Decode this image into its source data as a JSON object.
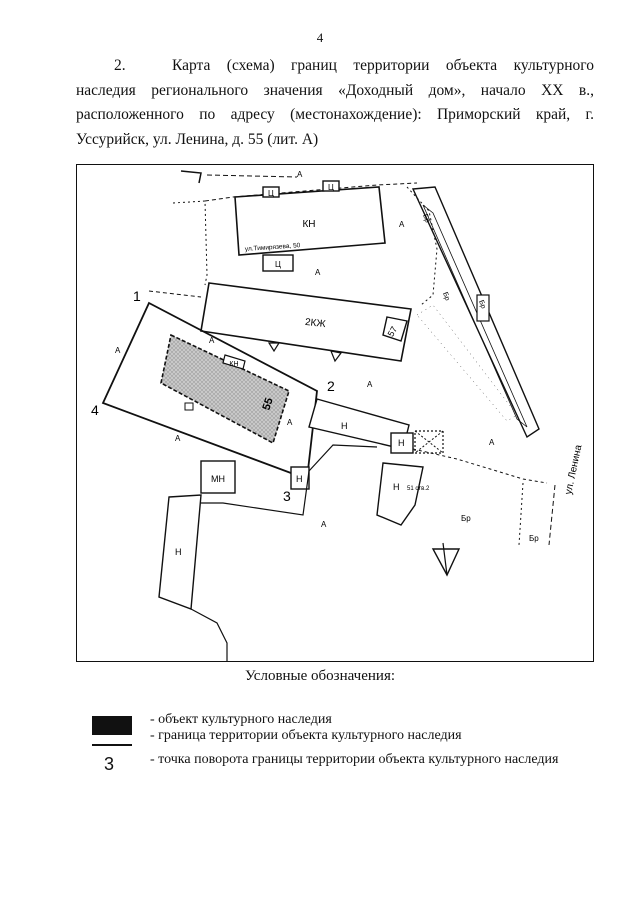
{
  "page_number": "4",
  "heading": {
    "number": "2.",
    "text": "Карта (схема) границ территории объекта культурного наследия регионального значения «Доходный дом», начало XX в., расположенного по адресу (местонахождение): Приморский край, г. Уссурийск, ул. Ленина, д. 55 (лит. А)"
  },
  "map": {
    "building_labels": {
      "kn": "КН",
      "ts1": "Ц",
      "ts2": "Ц",
      "ts3": "Ц",
      "street_sign": "ул.Тимирязева, 50",
      "kzh2": "2КЖ",
      "kn_small": "КН",
      "mn": "МН",
      "house57": "57",
      "house55": "55",
      "house51": "51 ств.2"
    },
    "zone_labels": {
      "a": "А",
      "n": "Н",
      "br": "Бр"
    },
    "point_labels": [
      "1",
      "2",
      "3",
      "4"
    ],
    "street_name": "ул. Ленина"
  },
  "legend": {
    "title": "Условные обозначения:",
    "items": [
      {
        "symbol": "fill",
        "text": "- объект культурного наследия"
      },
      {
        "symbol": "line",
        "text": "- граница территории объекта культурного наследия"
      },
      {
        "symbol": "3",
        "text": "- точка поворота границы территории объекта культурного наследия"
      }
    ]
  }
}
